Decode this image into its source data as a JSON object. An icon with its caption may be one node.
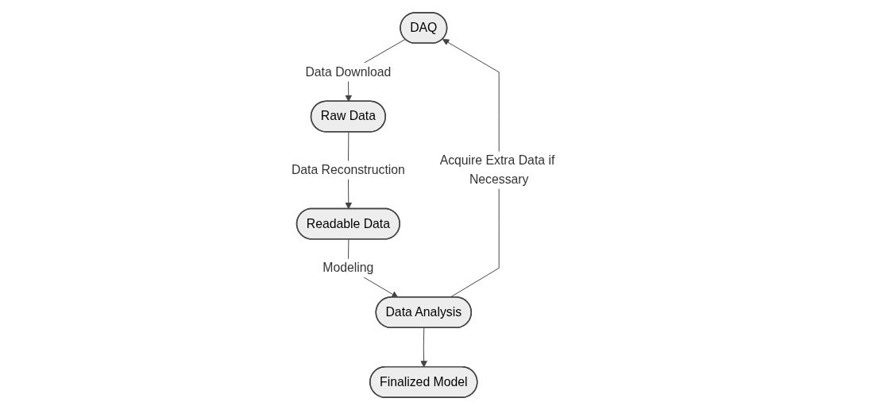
{
  "diagram": {
    "nodes": [
      {
        "text": [
          "DAQ"
        ]
      },
      {
        "text": [
          "Raw Data"
        ]
      },
      {
        "text": [
          "Readable Data"
        ]
      },
      {
        "text": [
          "Data Analysis"
        ]
      },
      {
        "text": [
          "Finalized Model"
        ]
      }
    ],
    "edges": [
      {
        "from": 0,
        "to": 1,
        "arrow": "to",
        "label": "Data Download"
      },
      {
        "from": 1,
        "to": 2,
        "arrow": "to",
        "label": "Data Reconstruction"
      },
      {
        "from": 2,
        "to": 3,
        "arrow": "to",
        "label": "Modeling"
      },
      {
        "from": 3,
        "to": 0,
        "arrow": "to",
        "label": "Acquire Extra Data if Necessary"
      },
      {
        "from": 3,
        "to": 4,
        "arrow": "to"
      }
    ]
  }
}
